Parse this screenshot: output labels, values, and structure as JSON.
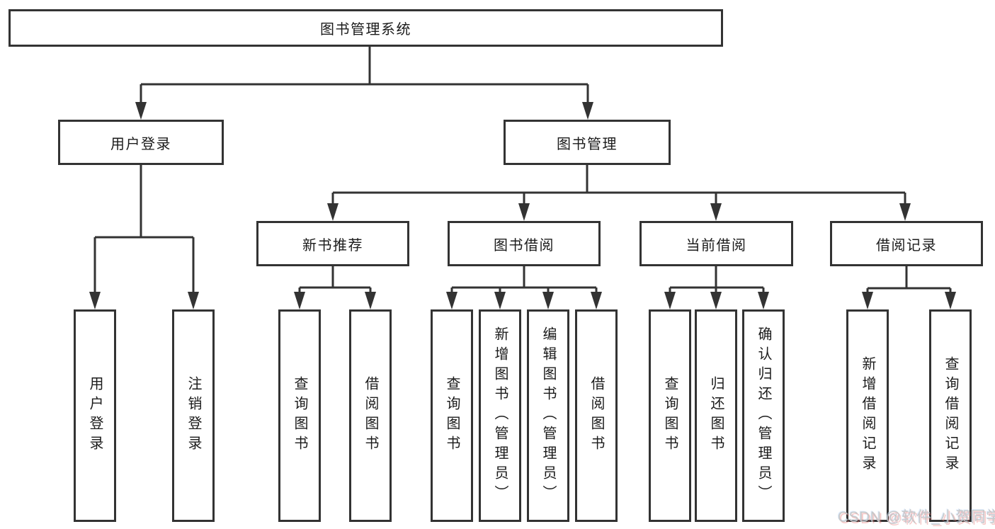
{
  "diagram_title": "图书管理系统",
  "watermark": "CSDN @软件_小贺同学",
  "colors": {
    "line": "#333333",
    "box_border": "#333333",
    "box_fill": "#ffffff",
    "text": "#1b1b1b",
    "background": "#ffffff",
    "watermark_gray": "#c5c5c5",
    "watermark_red_fringe": "#e77070"
  },
  "nodes": {
    "root": "图书管理系统",
    "user_login": "用户登录",
    "book_management": "图书管理",
    "new_book_recommend": "新书推荐",
    "book_borrowing": "图书借阅",
    "current_borrowing": "当前借阅",
    "borrowing_records": "借阅记录",
    "leaf_user_login": "用户登录",
    "leaf_logout_login": "注销登录",
    "leaf_nbr_query_books": "查询图书",
    "leaf_nbr_borrow_books": "借阅图书",
    "leaf_bb_query_books": "查询图书",
    "leaf_bb_add_books": "新增图书（管理员）",
    "leaf_bb_edit_books": "编辑图书（管理员）",
    "leaf_bb_borrow_books": "借阅图书",
    "leaf_cb_query_books": "查询图书",
    "leaf_cb_return_books": "归还图书",
    "leaf_cb_confirm_return": "确认归还（管理员）",
    "leaf_br_add_record": "新增借阅记录",
    "leaf_br_query_record": "查询借阅记录"
  },
  "tree": {
    "root": "图书管理系统",
    "children": [
      {
        "label": "用户登录",
        "children": [
          "用户登录",
          "注销登录"
        ]
      },
      {
        "label": "图书管理",
        "children": [
          {
            "label": "新书推荐",
            "children": [
              "查询图书",
              "借阅图书"
            ]
          },
          {
            "label": "图书借阅",
            "children": [
              "查询图书",
              "新增图书（管理员）",
              "编辑图书（管理员）",
              "借阅图书"
            ]
          },
          {
            "label": "当前借阅",
            "children": [
              "查询图书",
              "归还图书",
              "确认归还（管理员）"
            ]
          },
          {
            "label": "借阅记录",
            "children": [
              "新增借阅记录",
              "查询借阅记录"
            ]
          }
        ]
      }
    ]
  }
}
